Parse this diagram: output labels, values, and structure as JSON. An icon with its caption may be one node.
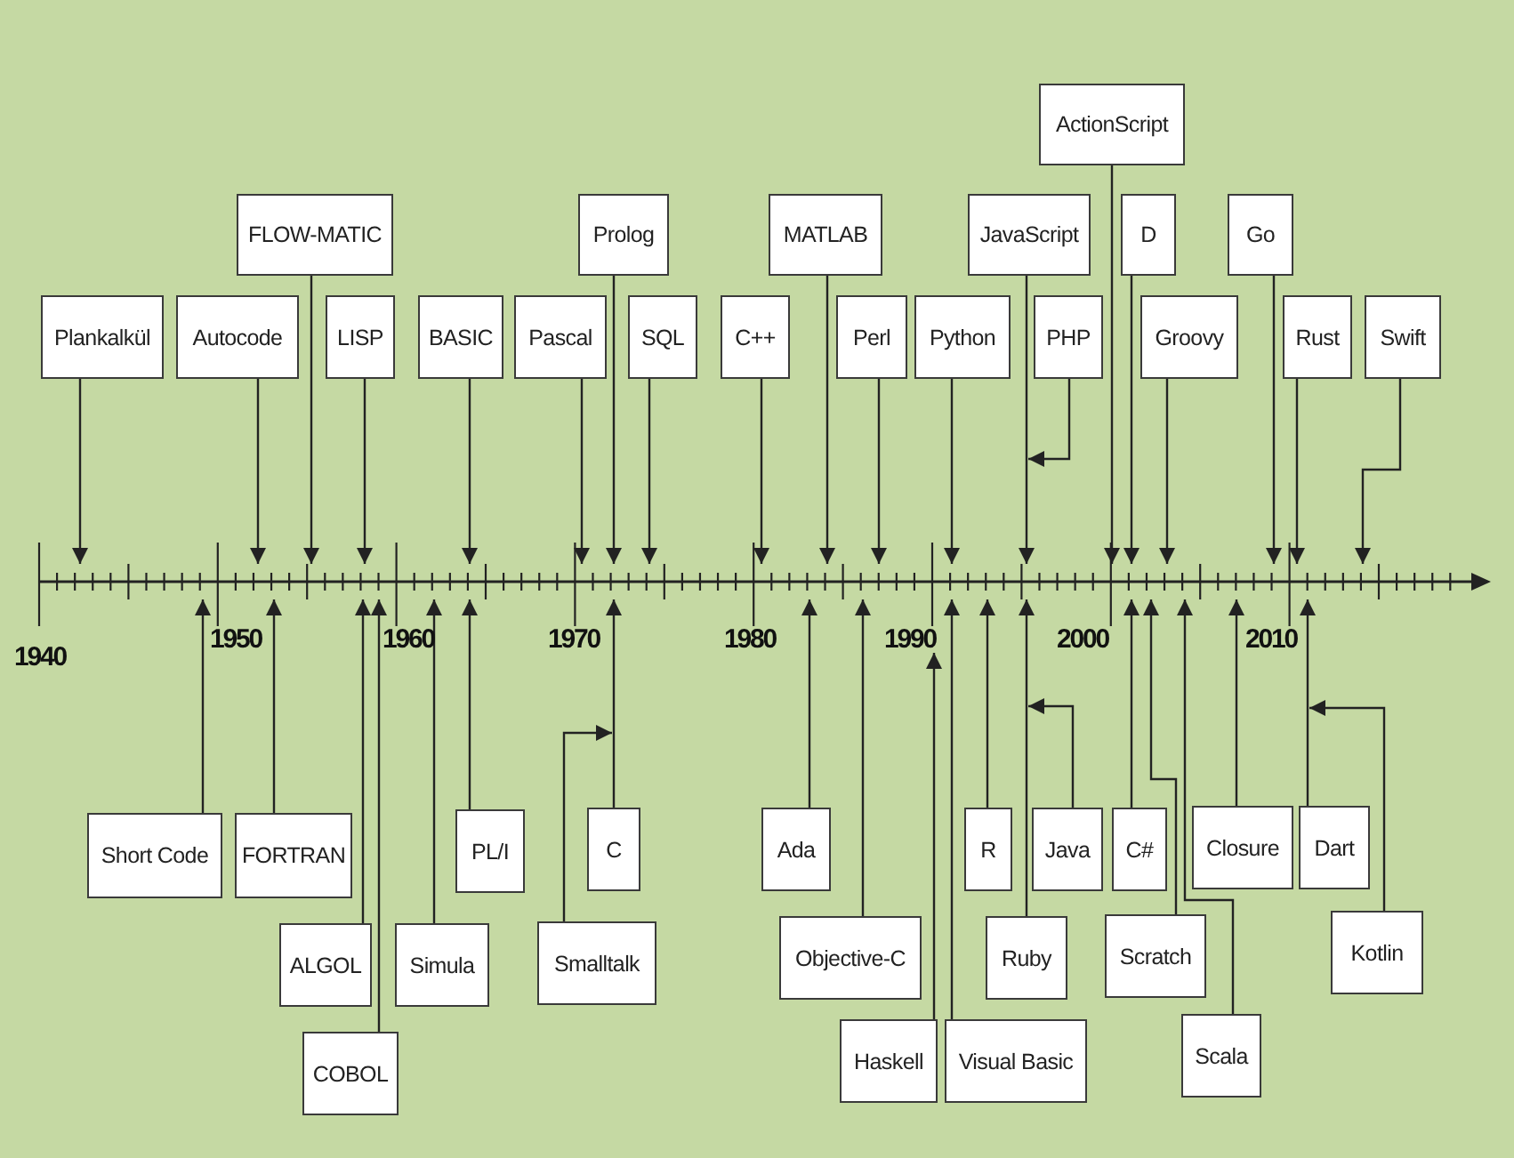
{
  "diagram": {
    "nodes": [
      {
        "text": [
          "ActionScript"
        ]
      },
      {
        "text": [
          "FLOW-MATIC"
        ]
      },
      {
        "text": [
          "Prolog"
        ]
      },
      {
        "text": [
          "MATLAB"
        ]
      },
      {
        "text": [
          "JavaScript"
        ]
      },
      {
        "text": [
          "D"
        ]
      },
      {
        "text": [
          "Go"
        ]
      },
      {
        "text": [
          "Plankalkül"
        ]
      },
      {
        "text": [
          "Autocode"
        ]
      },
      {
        "text": [
          "LISP"
        ]
      },
      {
        "text": [
          "BASIC"
        ]
      },
      {
        "text": [
          "Pascal"
        ]
      },
      {
        "text": [
          "SQL"
        ]
      },
      {
        "text": [
          "C++"
        ]
      },
      {
        "text": [
          "Perl"
        ]
      },
      {
        "text": [
          "Python"
        ]
      },
      {
        "text": [
          "PHP"
        ]
      },
      {
        "text": [
          "Groovy"
        ]
      },
      {
        "text": [
          "Rust"
        ]
      },
      {
        "text": [
          "Swift"
        ]
      },
      {
        "text": [],
        "shape": "bar"
      },
      {
        "text": [
          "1990"
        ]
      },
      {
        "text": [
          "Short Code"
        ]
      },
      {
        "text": [
          "FORTRAN"
        ]
      },
      {
        "text": [
          "PL/I"
        ]
      },
      {
        "text": [
          "C"
        ]
      },
      {
        "text": [
          "Ada"
        ]
      },
      {
        "text": [
          "R"
        ]
      },
      {
        "text": [
          "Java"
        ]
      },
      {
        "text": [
          "C#"
        ]
      },
      {
        "text": [
          "Closure"
        ]
      },
      {
        "text": [
          "Dart"
        ]
      },
      {
        "text": [
          "ALGOL"
        ]
      },
      {
        "text": [
          "Simula"
        ]
      },
      {
        "text": [
          "Smalltalk"
        ]
      },
      {
        "text": [
          "Objective-C"
        ]
      },
      {
        "text": [
          "Ruby"
        ]
      },
      {
        "text": [
          "Scratch"
        ]
      },
      {
        "text": [
          "Kotlin"
        ]
      },
      {
        "text": [
          "COBOL"
        ]
      },
      {
        "text": [
          "Scala"
        ]
      },
      {
        "text": [
          "Haskell"
        ]
      },
      {
        "text": [
          "Visual Basic"
        ]
      }
    ],
    "edges": [
      {
        "from": 0,
        "to": 20,
        "arrow": "to"
      },
      {
        "from": 1,
        "to": 20,
        "arrow": "to"
      },
      {
        "from": 2,
        "to": 20,
        "arrow": "to"
      },
      {
        "from": 3,
        "to": 20,
        "arrow": "to"
      },
      {
        "from": 4,
        "to": 20,
        "arrow": "to"
      },
      {
        "from": 5,
        "to": 20,
        "arrow": "to"
      },
      {
        "from": 6,
        "to": 20,
        "arrow": "to"
      },
      {
        "from": 7,
        "to": 20,
        "arrow": "to"
      },
      {
        "from": 8,
        "to": 20,
        "arrow": "to"
      },
      {
        "from": 9,
        "to": 20,
        "arrow": "to"
      },
      {
        "from": 10,
        "to": 20,
        "arrow": "to"
      },
      {
        "from": 11,
        "to": 20,
        "arrow": "to"
      },
      {
        "from": 12,
        "to": 20,
        "arrow": "to"
      },
      {
        "from": 13,
        "to": 20,
        "arrow": "to"
      },
      {
        "from": 14,
        "to": 20,
        "arrow": "to"
      },
      {
        "from": 15,
        "to": 20,
        "arrow": "to"
      },
      {
        "from": 16,
        "to": null,
        "arrow": "to"
      },
      {
        "from": 17,
        "to": 20,
        "arrow": "to"
      },
      {
        "from": 18,
        "to": 20,
        "arrow": "to"
      },
      {
        "from": 19,
        "to": 20,
        "arrow": "to"
      },
      {
        "from": 22,
        "to": 20,
        "arrow": "to"
      },
      {
        "from": 23,
        "to": 20,
        "arrow": "to"
      },
      {
        "from": 24,
        "to": 20,
        "arrow": "to"
      },
      {
        "from": 25,
        "to": 20,
        "arrow": "to"
      },
      {
        "from": 26,
        "to": 20,
        "arrow": "to"
      },
      {
        "from": 27,
        "to": 20,
        "arrow": "to"
      },
      {
        "from": 28,
        "to": null,
        "arrow": "to"
      },
      {
        "from": 29,
        "to": 20,
        "arrow": "to"
      },
      {
        "from": 30,
        "to": 20,
        "arrow": "to"
      },
      {
        "from": 31,
        "to": 20,
        "arrow": "to"
      },
      {
        "from": 32,
        "to": 20,
        "arrow": "to"
      },
      {
        "from": 33,
        "to": 20,
        "arrow": "to"
      },
      {
        "from": 34,
        "to": null,
        "arrow": "to"
      },
      {
        "from": 35,
        "to": 20,
        "arrow": "to"
      },
      {
        "from": 36,
        "to": 20,
        "arrow": "to"
      },
      {
        "from": 37,
        "to": 20,
        "arrow": "to"
      },
      {
        "from": 38,
        "to": null,
        "arrow": "to"
      },
      {
        "from": 39,
        "to": 20,
        "arrow": "to"
      },
      {
        "from": 40,
        "to": 20,
        "arrow": "to"
      },
      {
        "from": 41,
        "to": 21,
        "arrow": "to"
      },
      {
        "from": 42,
        "to": 20,
        "arrow": "to"
      }
    ],
    "labels": [
      "1940",
      "1950",
      "1960",
      "1970",
      "1980",
      "2000",
      "2010"
    ]
  }
}
